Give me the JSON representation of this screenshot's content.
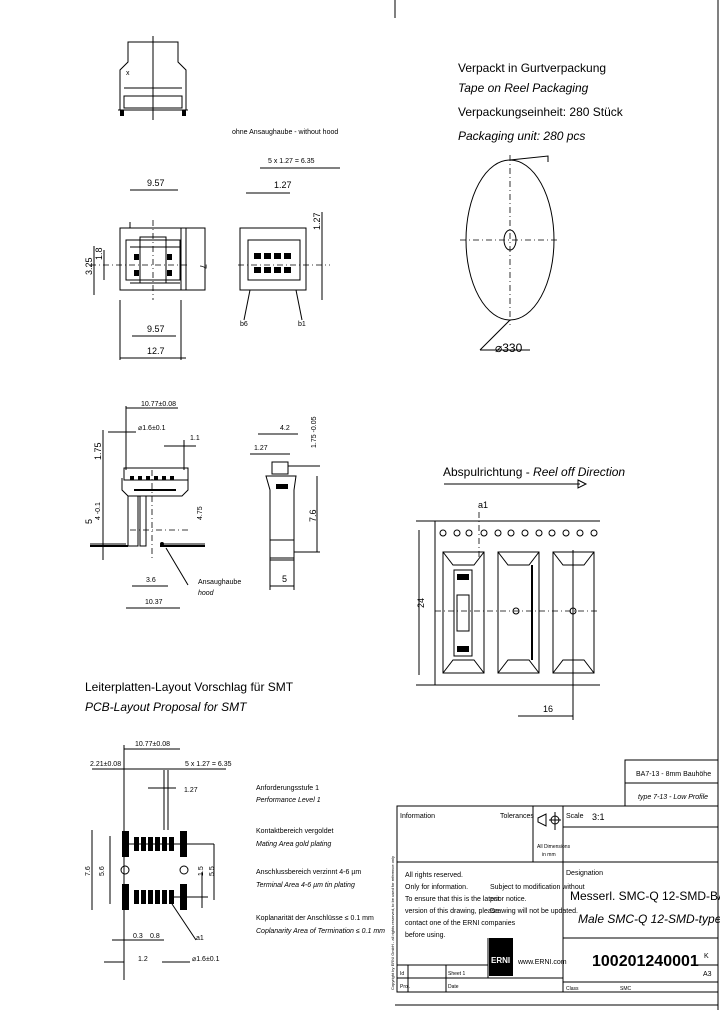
{
  "hood_note": "ohne Ansaughaube - without hood",
  "packaging": {
    "de_line1": "Verpackt in Gurtverpackung",
    "en_line1": "Tape on Reel Packaging",
    "de_line2": "Verpackungseinheit: 280 Stück",
    "en_line2": "Packaging unit: 280 pcs",
    "reel_diameter": "⌀330"
  },
  "reel_off": {
    "title_de": "Abspulrichtung - ",
    "title_en": "Reel off Direction",
    "dim_24": "24",
    "dim_16": "16",
    "label_a1": "a1"
  },
  "top_view": {
    "dim_957_top": "9.57",
    "dim_957_bottom": "9.57",
    "dim_127_total": "12.7",
    "dim_325": "3.25",
    "dim_18": "1.8",
    "dim_7": "7",
    "dim_5x127": "5 x 1.27 = 6.35",
    "dim_127": "1.27",
    "dim_127_v": "1.27",
    "label_b6": "b6",
    "label_b1": "b1"
  },
  "side_view": {
    "dim_1077": "10.77±0.08",
    "dim_dia": "⌀1.6±0.1",
    "dim_11": "1.1",
    "dim_175": "1.75",
    "dim_5": "5",
    "dim_4": "4 -0.1",
    "dim_475": "4.75",
    "dim_36": "3.6",
    "dim_1037": "10.37",
    "hood_label_de": "Ansaughaube",
    "hood_label_en": "hood",
    "dim_42": "4.2",
    "dim_127s": "1.27",
    "dim_175b": "1.75 -0.05",
    "dim_76": "7.6",
    "dim_5b": "5"
  },
  "pcb": {
    "title_de": "Leiterplatten-Layout Vorschlag für SMT",
    "title_en": "PCB-Layout Proposal for SMT",
    "dim_1077": "10.77±0.08",
    "dim_221": "2.21±0.08",
    "dim_5x127": "5 x 1.27 = 6.35",
    "dim_127": "1.27",
    "dim_76": "7.6",
    "dim_56": "5.6",
    "dim_15": "1.5",
    "dim_55": "5.5",
    "dim_03": "0.3",
    "dim_08": "0.8",
    "dim_12": "1.2",
    "dim_dia": "⌀1.6±0.1",
    "label_a1": "a1"
  },
  "notes": [
    {
      "de": "Anforderungsstufe 1",
      "en": "Performance Level 1"
    },
    {
      "de": "Kontaktbereich vergoldet",
      "en": "Mating Area gold plating"
    },
    {
      "de": "Anschlussbereich verzinnt 4-6 µm",
      "en": "Terminal Area 4-6 µm tin plating"
    },
    {
      "de": "Koplanarität der Anschlüsse ≤ 0.1 mm",
      "en": "Coplanarity Area of Termination ≤ 0.1 mm"
    }
  ],
  "variant_box": {
    "line1": "BA7-13 - 8mm Bauhöhe",
    "line2": "type 7-13 - Low Profile"
  },
  "title_block": {
    "information_label": "Information",
    "tolerances_label": "Tolerances",
    "dimensions_label": "All Dimensions",
    "dimensions_unit": "in mm",
    "scale_label": "Scale",
    "scale_value": "3:1",
    "rights": [
      "All rights reserved.",
      "Only for information.",
      "To ensure that this is the latest",
      "version of this drawing, please",
      "contact one of the ERNI companies",
      "before using."
    ],
    "subject": [
      "Subject to modification without",
      "prior notice.",
      "Drawing will not be updated."
    ],
    "designation_label": "Designation",
    "designation_de": "Messerl. SMC-Q 12-SMD-BA7-13",
    "designation_en": "Male SMC-Q 12-SMD-type7-13",
    "logo_text": "ERNI",
    "website": "www.ERNI.com",
    "part_number": "100201240001",
    "revision_label": "K",
    "format": "A3",
    "row1_left": "Id",
    "row1_mid": "Sheet 1",
    "row2_left": "Proj.",
    "row2_mid": "Date",
    "class_label": "Class",
    "class_value": "SMC",
    "copyright": "Copyright by ERNI GmbH - all rights reserved, to be used for reference only"
  }
}
